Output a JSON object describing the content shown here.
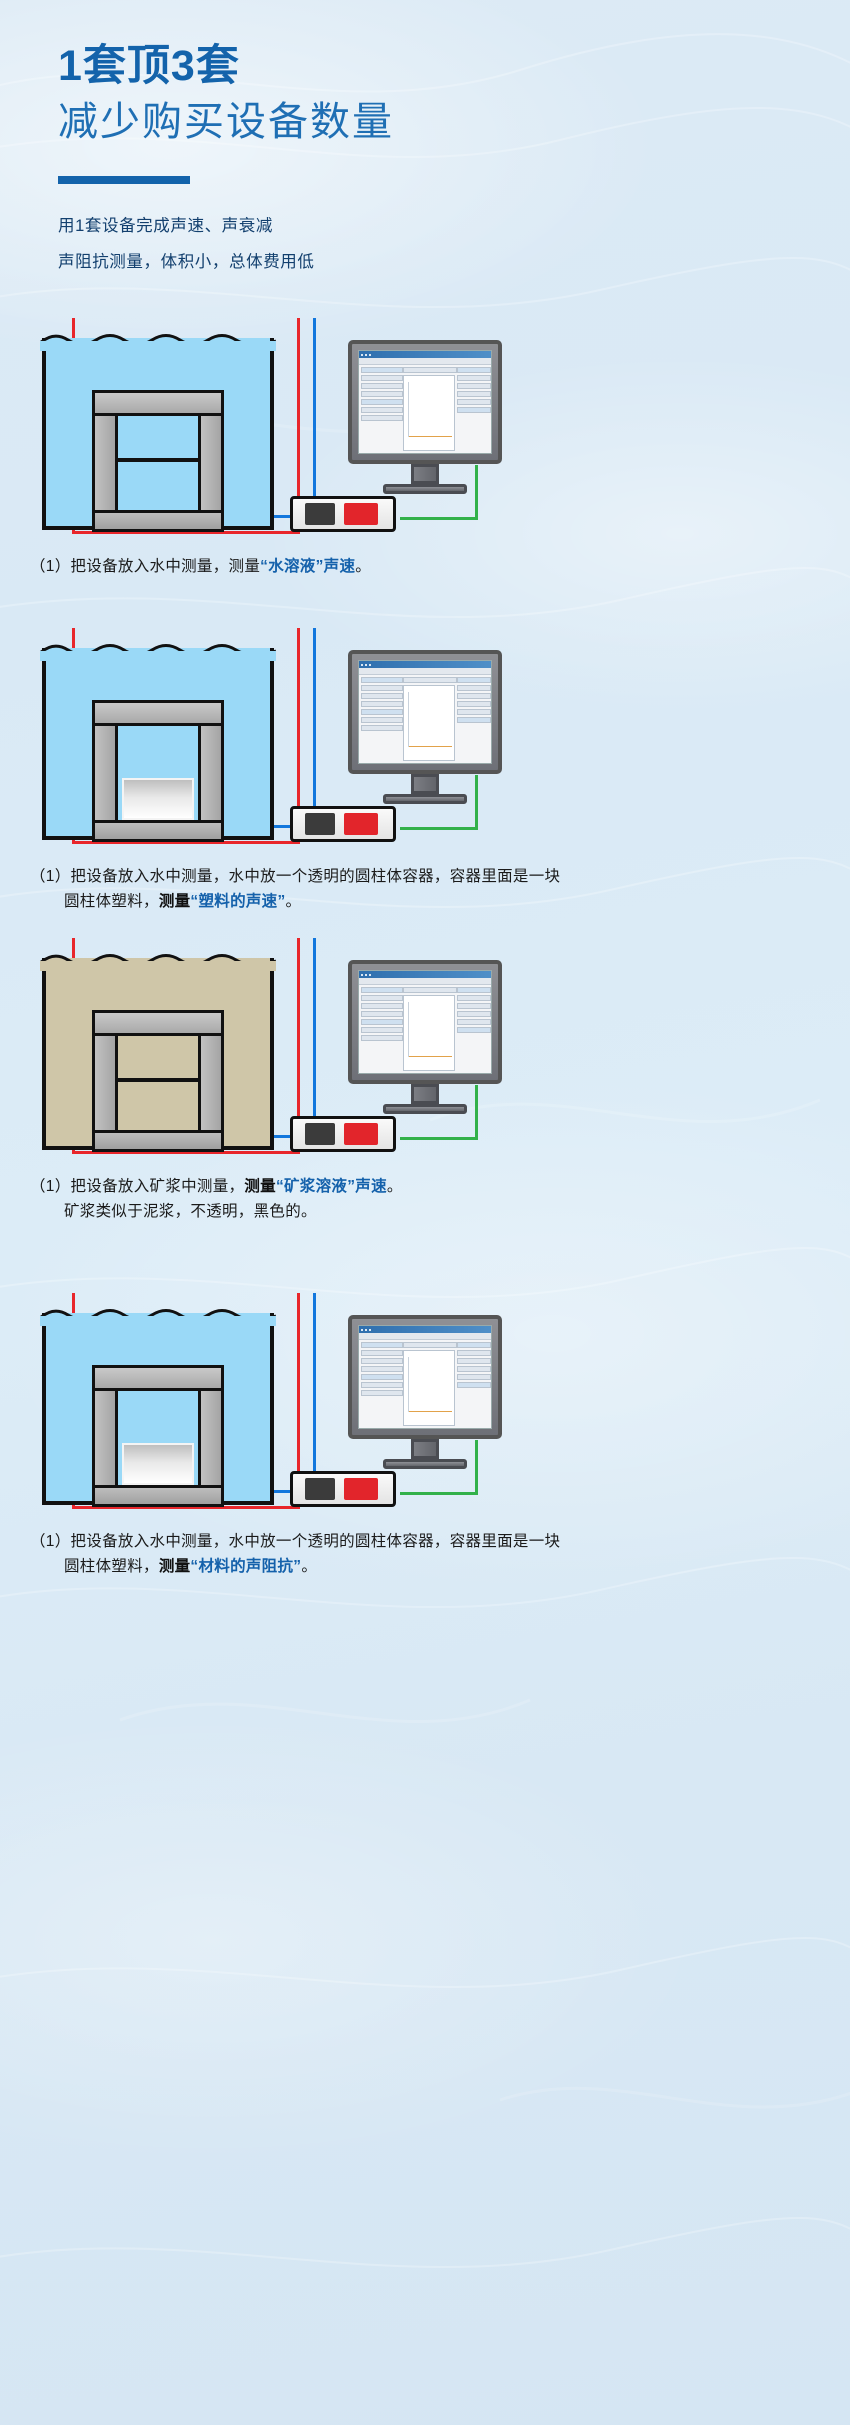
{
  "header": {
    "title_main": "1套顶3套",
    "title_sub": "减少购买设备数量",
    "lede_line1": "用1套设备完成声速、声衰减",
    "lede_line2": "声阻抗测量，体积小，总体费用低",
    "accent_color": "#1363ab",
    "subtitle_color": "#1f6fb4"
  },
  "palette": {
    "background": "#dceaf5",
    "water": "#9ad9f7",
    "slurry": "#cfc6a8",
    "cable_red": "#e8262b",
    "cable_blue": "#1277dd",
    "cable_green": "#32b14a",
    "metal": "#b4b4b4",
    "outline": "#111111",
    "highlight_text": "#1461ab"
  },
  "device": {
    "name": "measurement-controller",
    "indicator_dark": "display-panel",
    "indicator_red": "power-indicator"
  },
  "monitor": {
    "name": "analysis-software-monitor",
    "screen_app": "acoustic-measurement-software"
  },
  "sections": [
    {
      "id": "section-1",
      "medium": "water",
      "has_sample": false,
      "caption": {
        "index": "（1）",
        "line1_pre": "把设备放入水中测量，测量",
        "line1_quote": "“水溶液”",
        "line1_post": "声速",
        "line1_end": "。",
        "line2": ""
      }
    },
    {
      "id": "section-2",
      "medium": "water",
      "has_sample": true,
      "caption": {
        "index": "（1）",
        "line1_pre": "把设备放入水中测量，水中放一个透明的圆柱体容器，容器里面是一块",
        "line1_quote": "",
        "line1_post": "",
        "line1_end": "",
        "line2_pre": "圆柱体塑料，",
        "line2_bold": "测量",
        "line2_quote": "“塑料的声速”",
        "line2_end": "。"
      }
    },
    {
      "id": "section-3",
      "medium": "slurry",
      "has_sample": false,
      "caption": {
        "index": "（1）",
        "line1_pre": "把设备放入矿浆中测量，",
        "line1_bold": "测量",
        "line1_quote": "“矿浆溶液”",
        "line1_post": "声速",
        "line1_end": "。",
        "line2": "矿浆类似于泥浆，不透明，黑色的。"
      }
    },
    {
      "id": "section-4",
      "medium": "water",
      "has_sample": true,
      "caption": {
        "index": "（1）",
        "line1_pre": "把设备放入水中测量，水中放一个透明的圆柱体容器，容器里面是一块",
        "line2_pre": "圆柱体塑料，",
        "line2_bold": "测量",
        "line2_quote": "“材料的声阻抗”",
        "line2_end": "。"
      }
    }
  ]
}
